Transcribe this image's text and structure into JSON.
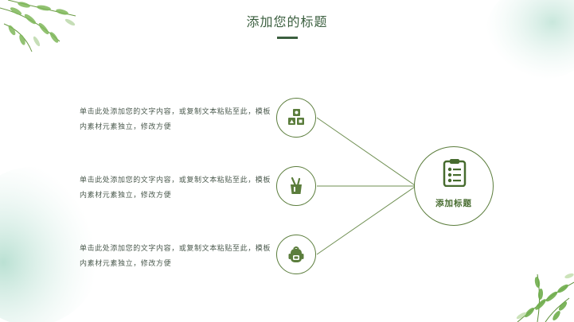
{
  "slide": {
    "title": "添加您的标题",
    "center_label": "添加标题",
    "items": [
      {
        "text": "单击此处添加您的文字内容，或复制文本粘贴至此，模板内素材元素独立，修改方便",
        "icon": "shapes-blocks-icon"
      },
      {
        "text": "单击此处添加您的文字内容，或复制文本粘贴至此，模板内素材元素独立，修改方便",
        "icon": "pencil-cup-icon"
      },
      {
        "text": "单击此处添加您的文字内容，或复制文本粘贴至此，模板内素材元素独立，修改方便",
        "icon": "backpack-icon"
      }
    ],
    "colors": {
      "accent": "#5b7d3c",
      "title": "#3b5f3f",
      "text": "#4b5a4e"
    }
  }
}
